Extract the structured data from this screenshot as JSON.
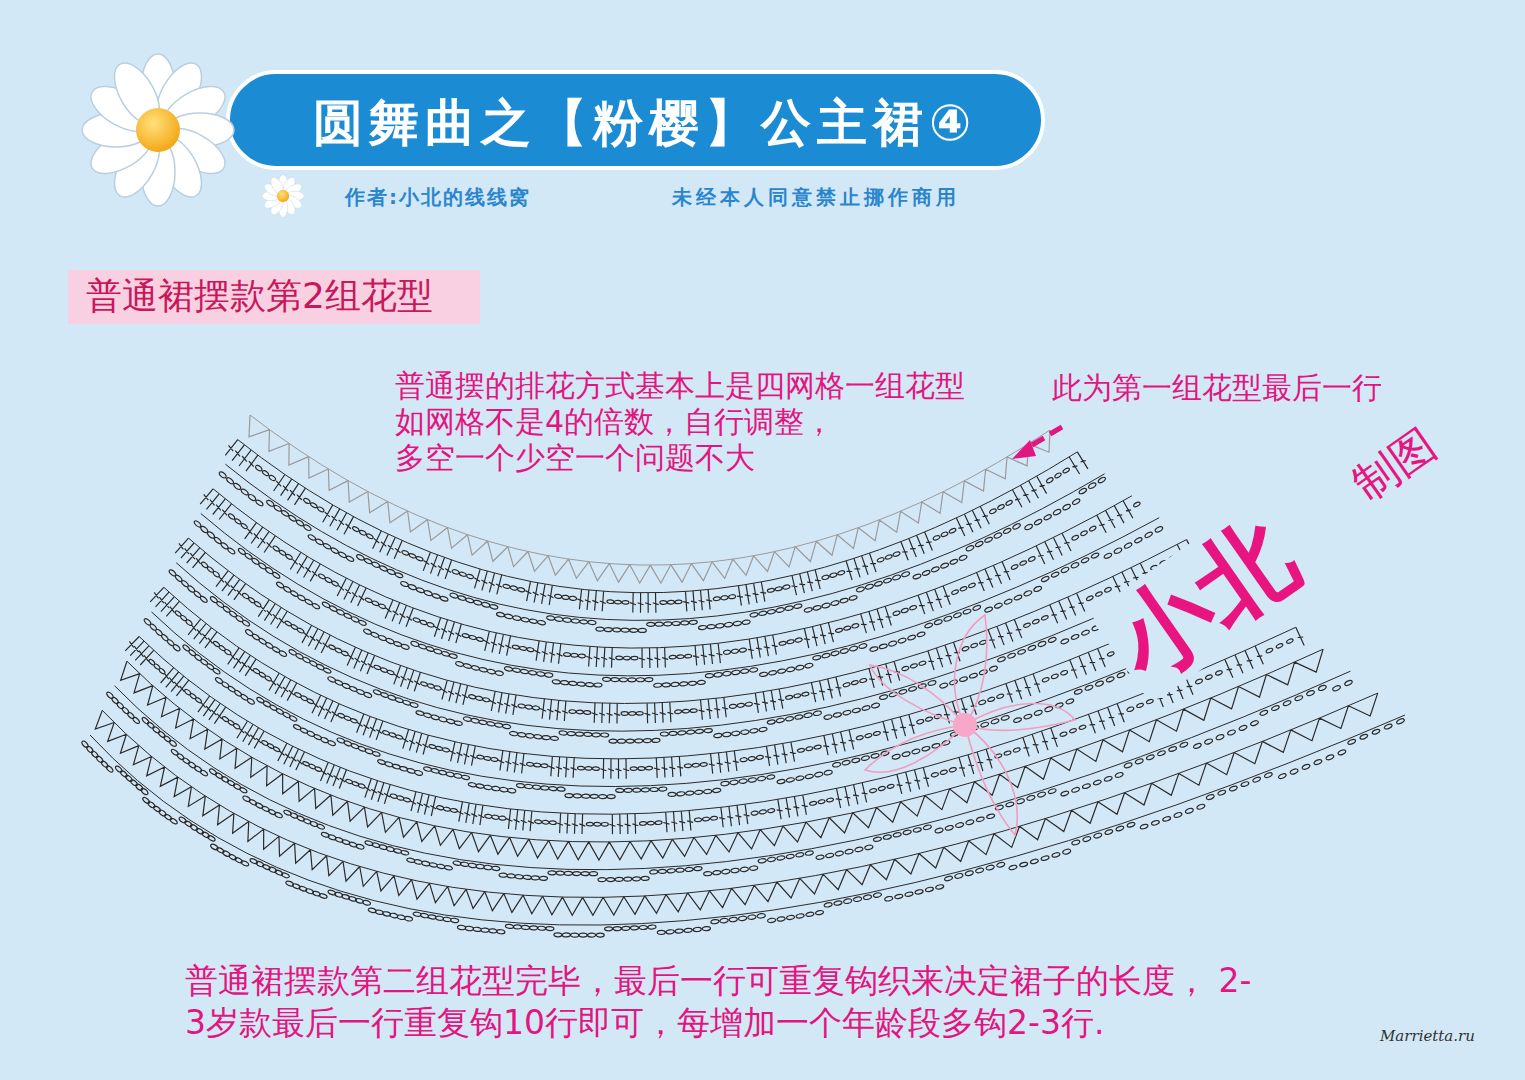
{
  "diagram": {
    "title": "圆舞曲之【粉樱】公主裙④",
    "caption": "普通裙摆款第二组花型完毕，最后一行可重复钩织来决定裙子的长度， 2-3岁款最后一行重复钩10行即可，每增加一个年龄段多钩2-3行.",
    "nodes": [
      {
        "text": [
          "普通裙摆款第2组花型"
        ]
      }
    ],
    "labels": [
      "作者:小北的线线窝",
      "未经本人同意禁止挪作商用",
      "普通摆的排花方式基本上是四网格一组花型 如网格不是4的倍数，自行调整， 多空一个少空一个问题不大",
      "此为第一组花型最后一行",
      "小北",
      "制图",
      "Marrietta.ru"
    ]
  }
}
